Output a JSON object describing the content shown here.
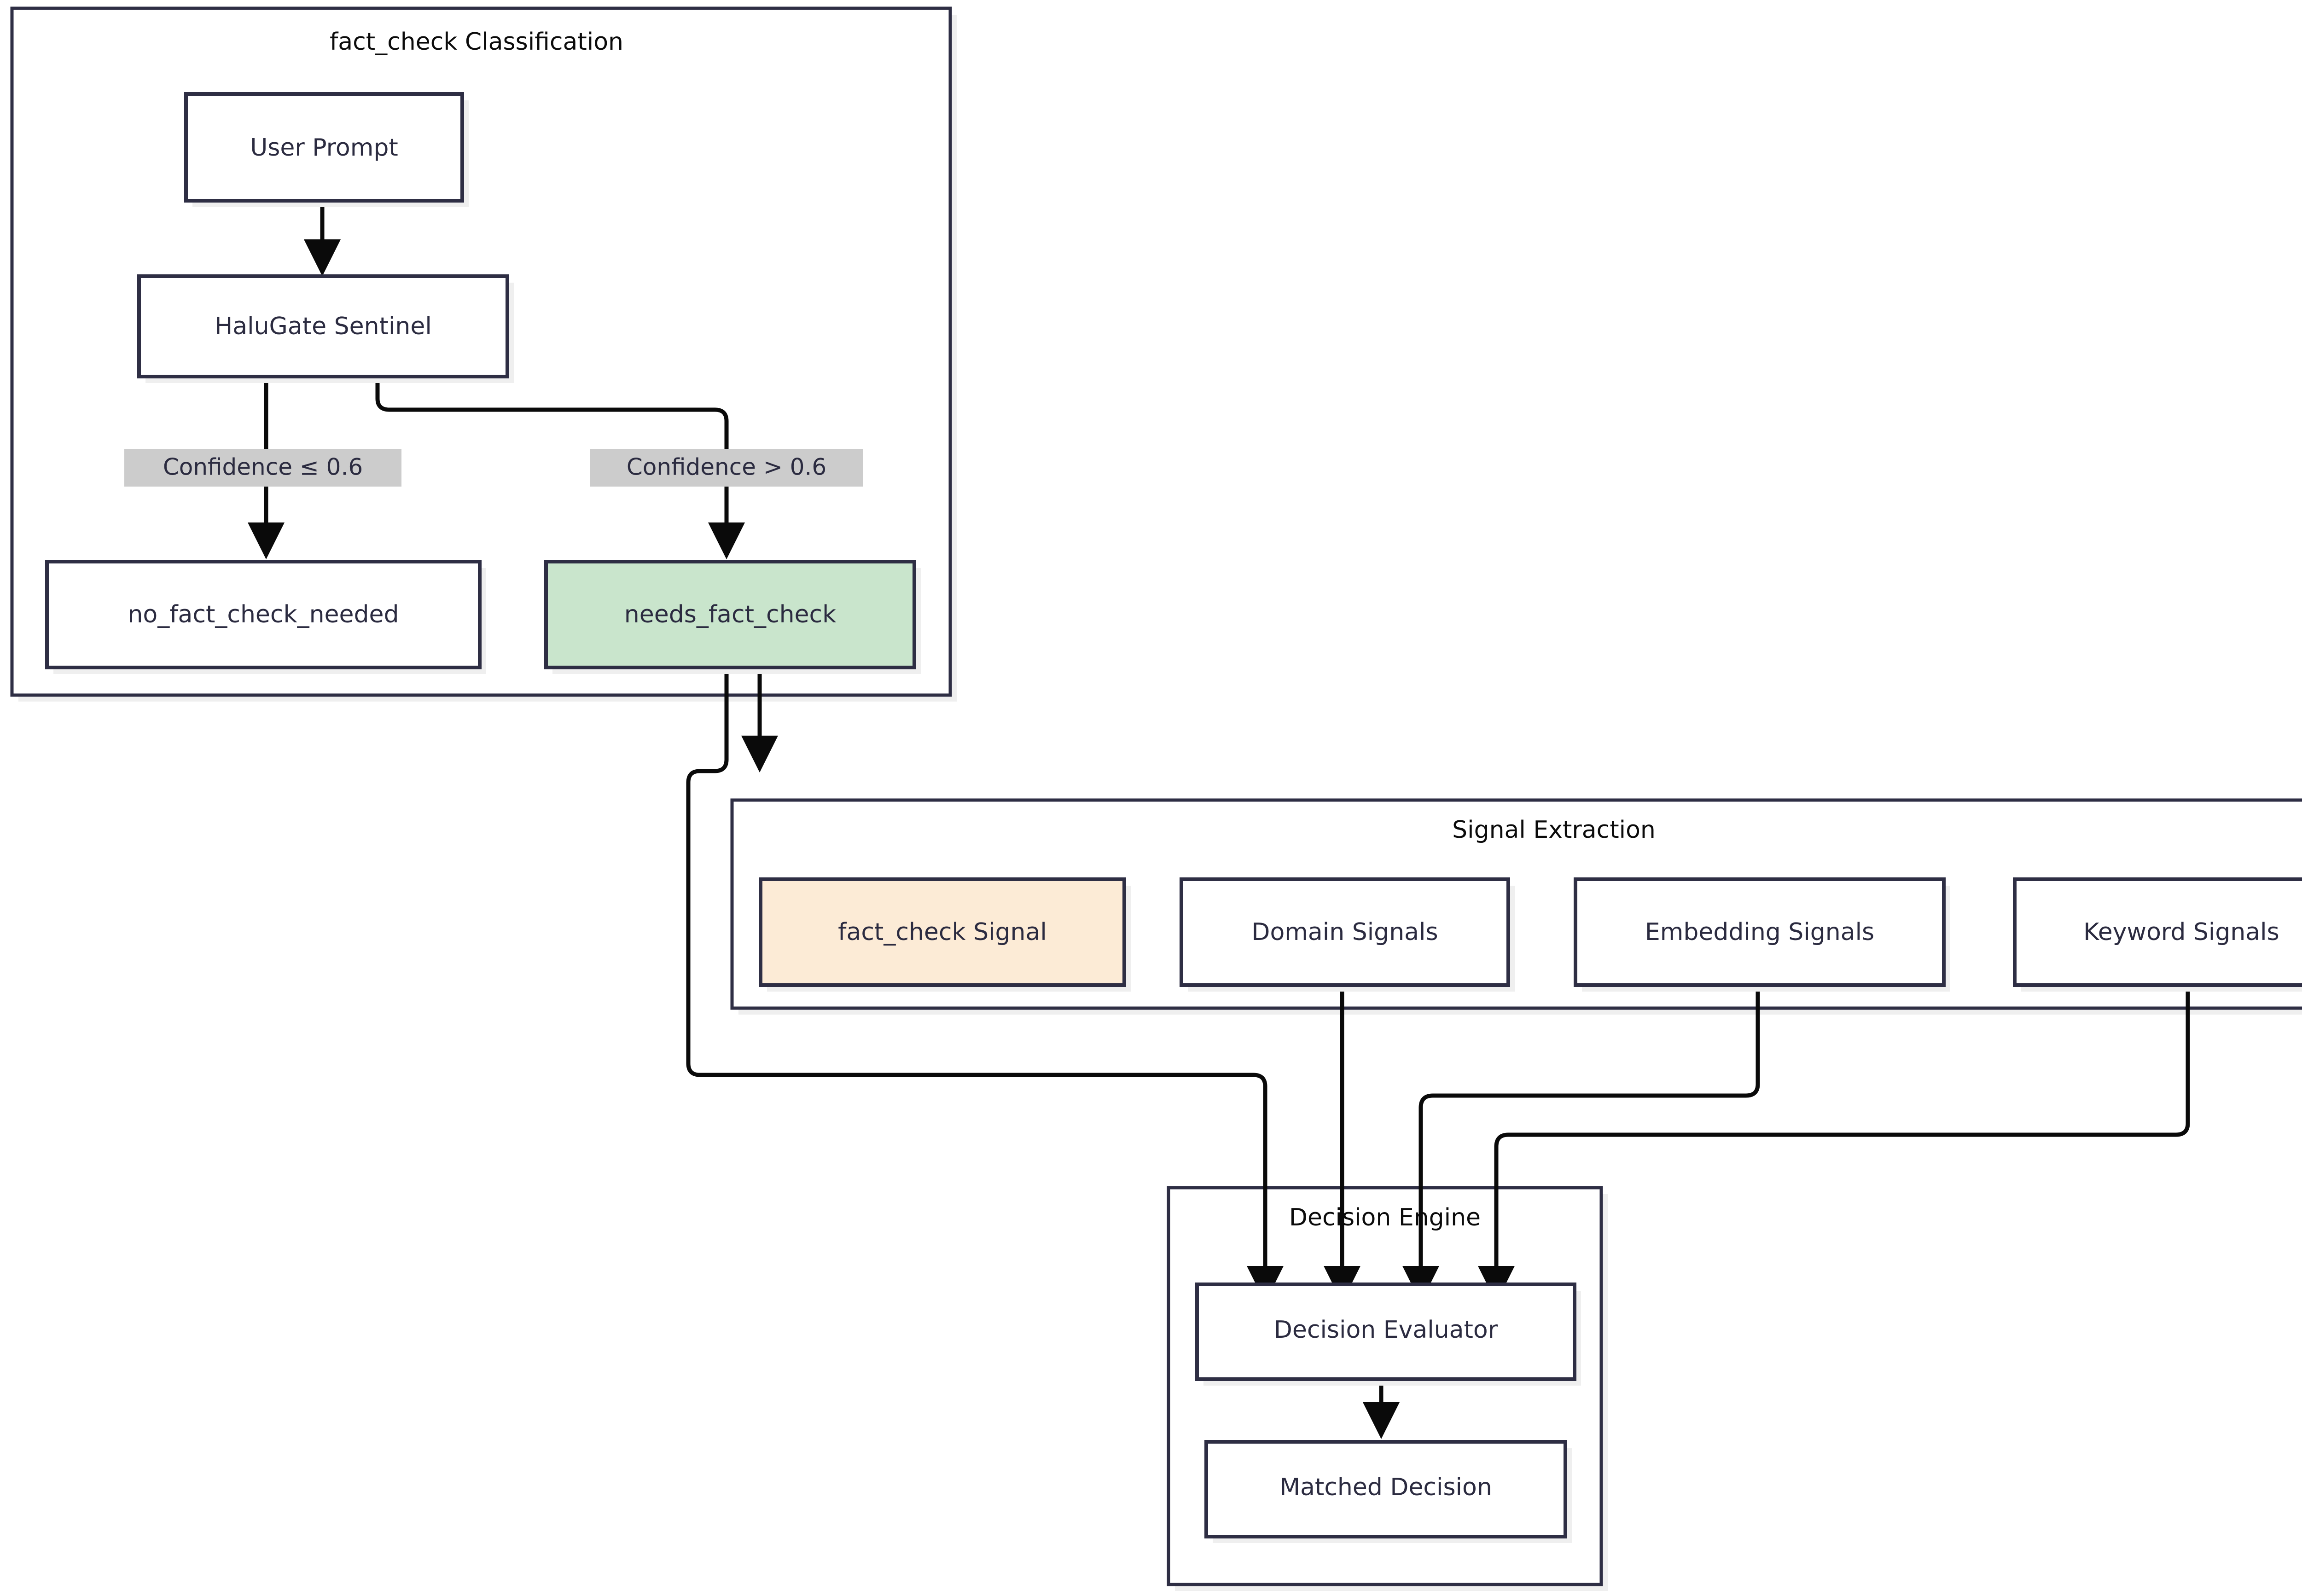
{
  "diagram": {
    "type": "flowchart",
    "direction": "top-down",
    "background": "#ffffff",
    "palette": {
      "node_border": "#2E2E44",
      "node_fill": "#ffffff",
      "node_text": "#2b2b40",
      "cluster_border": "#2E2E44",
      "cluster_title_text": "#0b0b0b",
      "edge_stroke": "#0a0a0a",
      "edge_label_bg": "#CCCCCC",
      "shadow": "#EFEFEF",
      "highlight_green": "#C9E5CC",
      "highlight_peach": "#FCEBD6"
    }
  },
  "clusters": [
    {
      "id": "fact-check-classification",
      "title": "fact_check Classification"
    },
    {
      "id": "signal-extraction",
      "title": "Signal Extraction"
    },
    {
      "id": "decision-engine",
      "title": "Decision Engine"
    }
  ],
  "nodes": {
    "user_prompt": {
      "label": "User Prompt",
      "fill": "white"
    },
    "halugate_sentinel": {
      "label": "HaluGate Sentinel",
      "fill": "white"
    },
    "no_fact_check": {
      "label": "no_fact_check_needed",
      "fill": "white"
    },
    "needs_fact_check": {
      "label": "needs_fact_check",
      "fill": "green"
    },
    "fact_check_signal": {
      "label": "fact_check Signal",
      "fill": "peach"
    },
    "domain_signals": {
      "label": "Domain Signals",
      "fill": "white"
    },
    "embedding_signals": {
      "label": "Embedding Signals",
      "fill": "white"
    },
    "keyword_signals": {
      "label": "Keyword Signals",
      "fill": "white"
    },
    "decision_evaluator": {
      "label": "Decision Evaluator",
      "fill": "white"
    },
    "matched_decision": {
      "label": "Matched Decision",
      "fill": "white"
    }
  },
  "edge_labels": {
    "low_confidence": "Confidence ≤ 0.6",
    "high_confidence": "Confidence > 0.6"
  },
  "edges": [
    {
      "from": "user_prompt",
      "to": "halugate_sentinel",
      "label": ""
    },
    {
      "from": "halugate_sentinel",
      "to": "no_fact_check",
      "label": "Confidence ≤ 0.6"
    },
    {
      "from": "halugate_sentinel",
      "to": "needs_fact_check",
      "label": "Confidence > 0.6"
    },
    {
      "from": "needs_fact_check",
      "to": "fact_check_signal",
      "label": ""
    },
    {
      "from": "needs_fact_check",
      "to": "decision_evaluator",
      "label": ""
    },
    {
      "from": "domain_signals",
      "to": "decision_evaluator",
      "label": ""
    },
    {
      "from": "embedding_signals",
      "to": "decision_evaluator",
      "label": ""
    },
    {
      "from": "keyword_signals",
      "to": "decision_evaluator",
      "label": ""
    },
    {
      "from": "decision_evaluator",
      "to": "matched_decision",
      "label": ""
    }
  ]
}
